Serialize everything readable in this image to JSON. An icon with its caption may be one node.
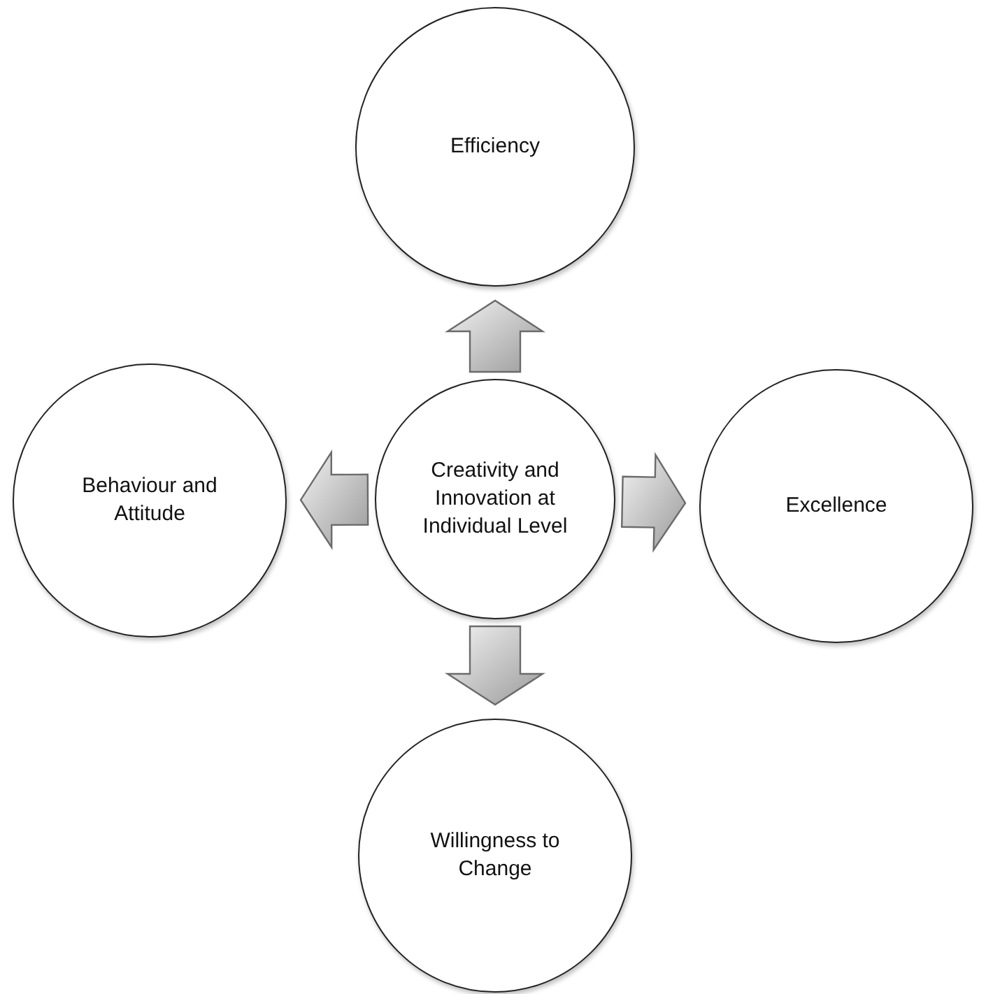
{
  "diagram": {
    "nodes": [
      {
        "text": [
          "Efficiency"
        ]
      },
      {
        "text": [
          "Behaviour and Attitude"
        ]
      },
      {
        "text": [
          "Creativity and Innovation at Individual Level"
        ]
      },
      {
        "text": [
          "Excellence"
        ]
      },
      {
        "text": [
          "Willingness to Change"
        ]
      }
    ],
    "edges": [
      {
        "from": 2,
        "to": 0,
        "arrow": "to"
      },
      {
        "from": 2,
        "to": 1,
        "arrow": "to"
      },
      {
        "from": 2,
        "to": 3,
        "arrow": "to"
      },
      {
        "from": 2,
        "to": 4,
        "arrow": "to"
      }
    ]
  }
}
